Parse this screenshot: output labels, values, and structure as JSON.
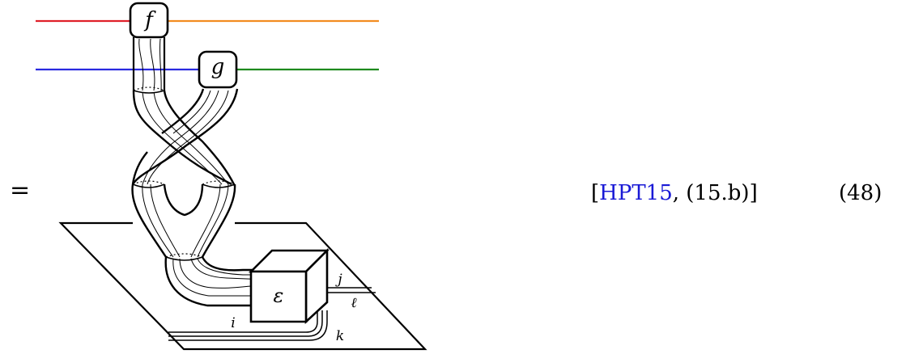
{
  "equals_sign": "=",
  "boxes": {
    "f": "f",
    "g": "g",
    "epsilon": "ε"
  },
  "wire_labels": {
    "i": "i",
    "j": "j",
    "k": "k",
    "l": "ℓ"
  },
  "citation": {
    "open": "[",
    "key": "HPT15",
    "sep": ", ",
    "ref": "(15.b)",
    "close": "]"
  },
  "equation_number": "(48)",
  "colors": {
    "wire_red": "#e0202a",
    "wire_orange": "#f28c20",
    "wire_blue": "#2a2ae0",
    "wire_green": "#1e8a1e",
    "citation_link": "#1a1ad6"
  }
}
